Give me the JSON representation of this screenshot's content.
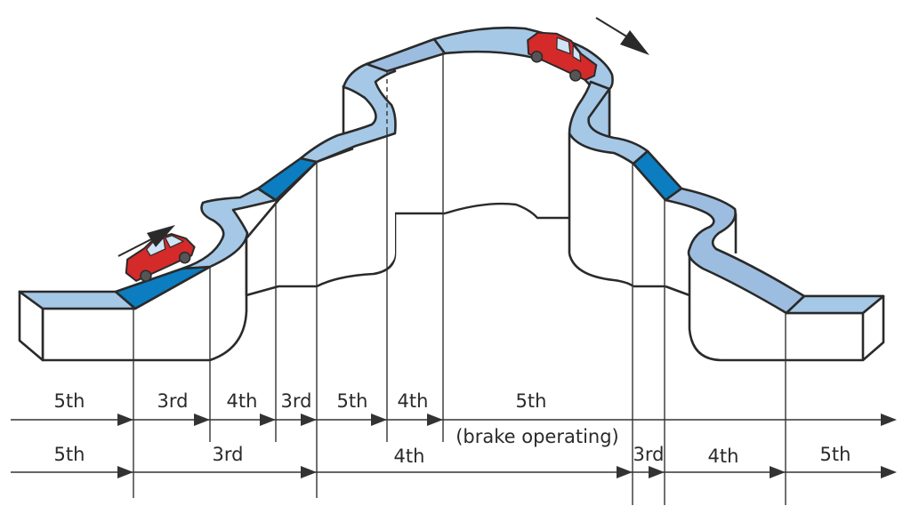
{
  "title": "Gear selection on a mountain road (uphill and downhill)",
  "colors": {
    "road_light": "#a5c8e6",
    "road_mid": "#9dbde0",
    "road_dark": "#0c7dc0",
    "car_body": "#d42a2a",
    "line": "#2a2a2a"
  },
  "cars": [
    {
      "name": "uphill-car",
      "direction": "up-right"
    },
    {
      "name": "downhill-car",
      "direction": "down-right"
    }
  ],
  "row1": {
    "description": "Upper gear sequence",
    "segments": [
      {
        "label": "5th"
      },
      {
        "label": "3rd"
      },
      {
        "label": "4th"
      },
      {
        "label": "3rd"
      },
      {
        "label": "5th"
      },
      {
        "label": "4th"
      },
      {
        "label": "5th",
        "note": "(brake operating)"
      }
    ]
  },
  "row2": {
    "description": "Lower gear sequence",
    "segments": [
      {
        "label": "5th"
      },
      {
        "label": "3rd"
      },
      {
        "label": "4th"
      },
      {
        "label": "3rd"
      },
      {
        "label": "4th"
      },
      {
        "label": "5th"
      }
    ]
  }
}
